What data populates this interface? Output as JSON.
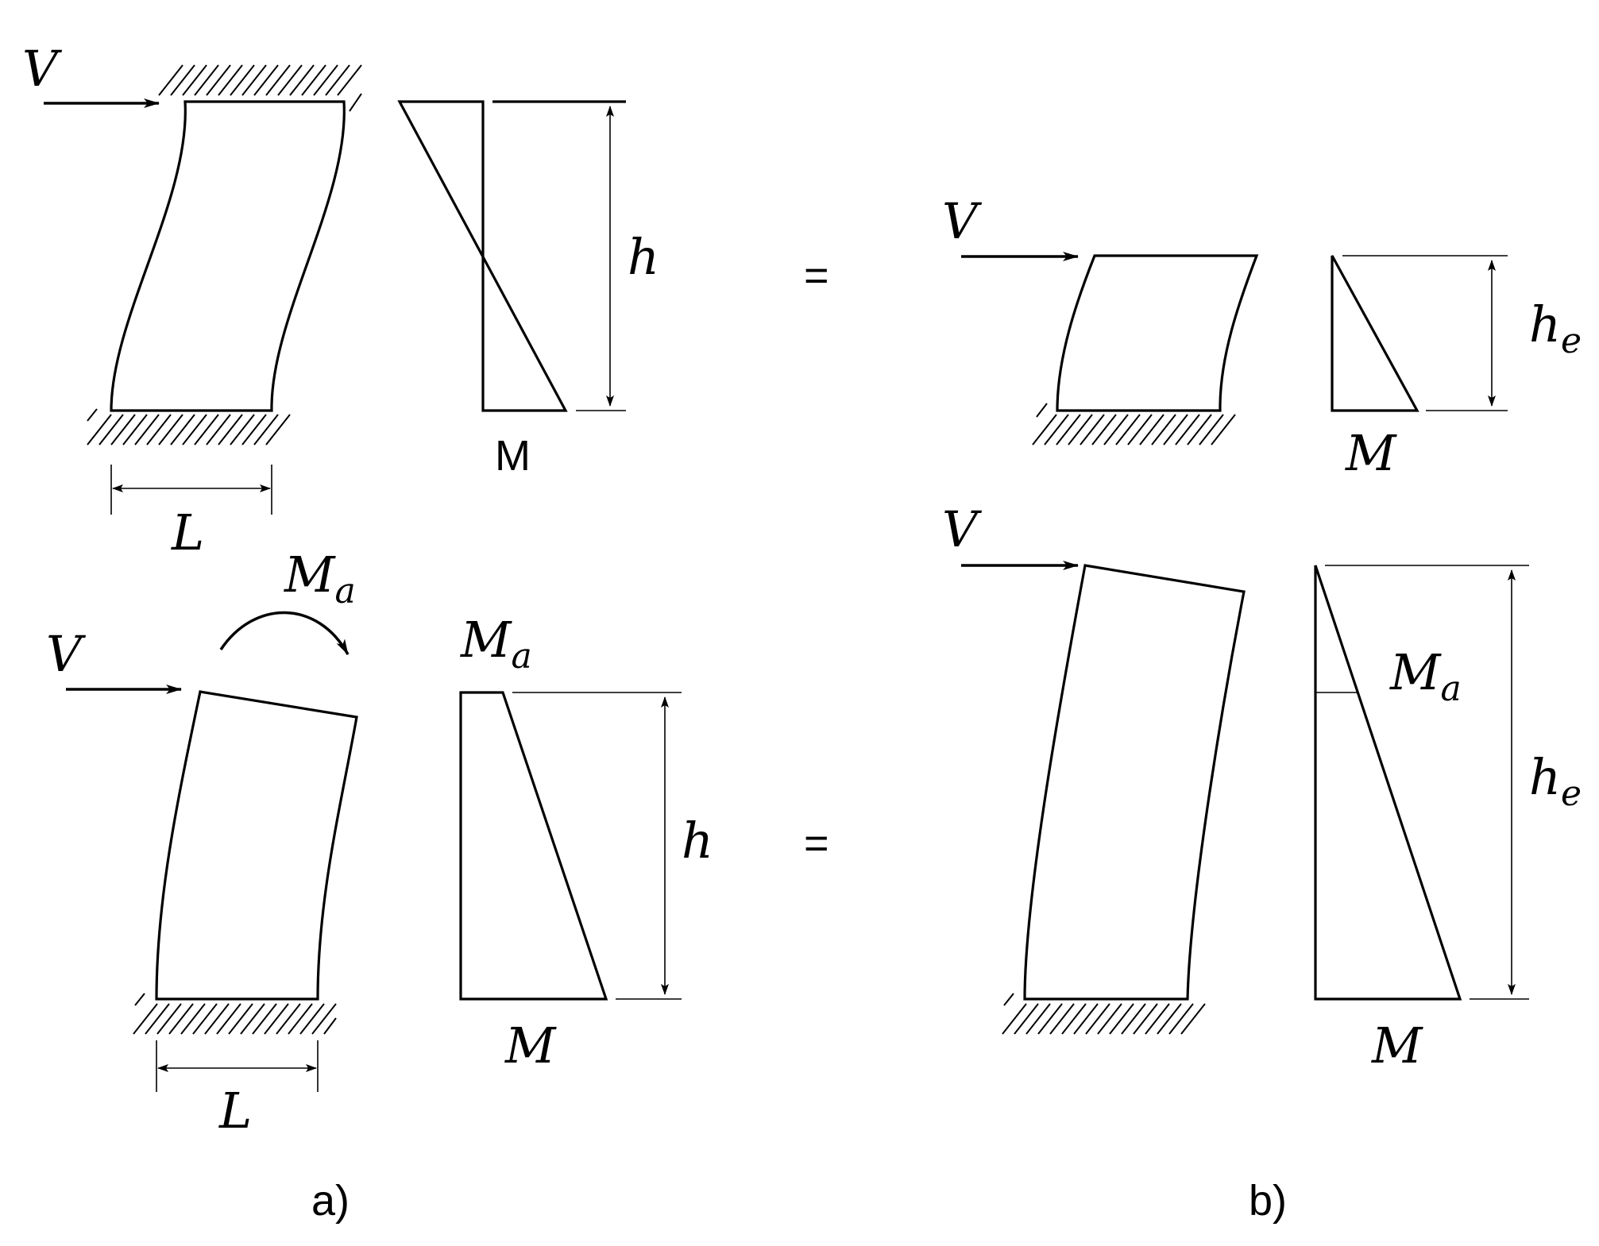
{
  "labels": {
    "force": "V",
    "height": "h",
    "length": "L",
    "moment_upright": "M",
    "moment": "M",
    "applied_moment_base": "M",
    "applied_moment_sub": "a",
    "effective_height_base": "h",
    "effective_height_sub": "e",
    "equals": "="
  },
  "captions": {
    "a": "a)",
    "b": "b)"
  }
}
